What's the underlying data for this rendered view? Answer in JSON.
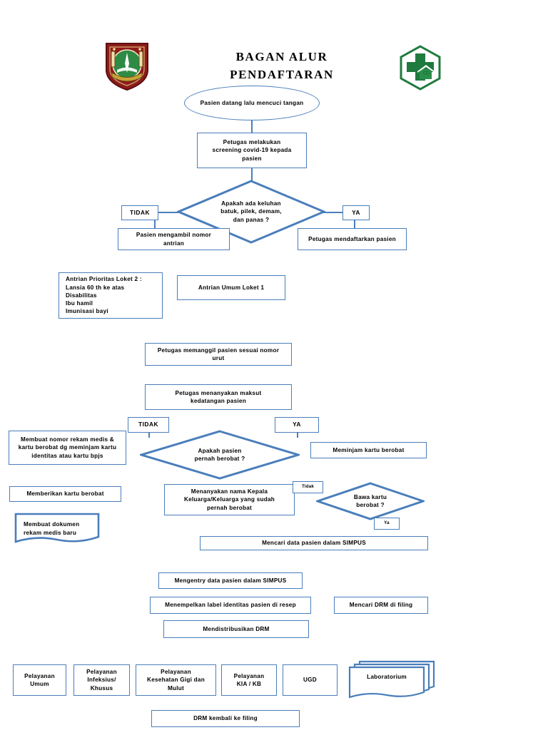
{
  "header": {
    "title": "BAGAN ALUR\nPENDAFTARAN",
    "left_logo_name": "shield-emblem-logo",
    "right_logo_name": "green-cross-hexagon-logo"
  },
  "colors": {
    "shape_border": "#4a7ebb",
    "shape_fill": "#ffffff",
    "text": "#000000",
    "page_background": "#ffffff",
    "logo_shield_red": "#8c1c1c",
    "logo_green": "#1f7a3d"
  },
  "flowchart": {
    "type": "flowchart",
    "nodes": [
      {
        "id": "start",
        "shape": "ellipse",
        "text": "Pasien datang lalu\nmencuci tangan"
      },
      {
        "id": "screening",
        "shape": "process",
        "text": "Petugas melakukan\nscreening covid-19 kepada\npasien"
      },
      {
        "id": "keluhan",
        "shape": "decision",
        "text": "Apakah ada keluhan\nbatuk, pilek, demam,\ndan panas ?"
      },
      {
        "id": "tidak1",
        "shape": "label",
        "text": "TIDAK"
      },
      {
        "id": "ya1",
        "shape": "label",
        "text": "YA"
      },
      {
        "id": "ambil_nomor",
        "shape": "process",
        "text": "Pasien mengambil nomor\nantrian"
      },
      {
        "id": "daftarkan",
        "shape": "process",
        "text": "Petugas mendaftarkan pasien"
      },
      {
        "id": "prioritas",
        "shape": "process",
        "text": "  Antrian Prioritas Loket 2 :\nLansia 60 th ke atas\nDisabilitas\nIbu hamil\nImunisasi bayi"
      },
      {
        "id": "umum_loket",
        "shape": "process",
        "text": "Antrian Umum Loket 1"
      },
      {
        "id": "memanggil",
        "shape": "process",
        "text": "Petugas memanggil pasien sesuai nomor\nurut"
      },
      {
        "id": "maksut",
        "shape": "process",
        "text": "Petugas menanyakan maksut\nkedatangan pasien"
      },
      {
        "id": "tidak2",
        "shape": "label",
        "text": "TIDAK"
      },
      {
        "id": "ya2",
        "shape": "label",
        "text": "YA"
      },
      {
        "id": "pernah",
        "shape": "decision",
        "text": "Apakah pasien\npernah berobat ?"
      },
      {
        "id": "membuat_nomor",
        "shape": "process",
        "text": "Membuat nomor rekam medis &\nkartu berobat dg meminjam kartu\nidentitas atau kartu bpjs"
      },
      {
        "id": "meminjam",
        "shape": "process",
        "text": "Meminjam kartu berobat"
      },
      {
        "id": "memberikan",
        "shape": "process",
        "text": "Memberikan kartu berobat"
      },
      {
        "id": "membuat_drm",
        "shape": "document",
        "text": "Membuat dokumen\nrekam medis baru"
      },
      {
        "id": "menanyakan_kk",
        "shape": "process",
        "text": "Menanyakan nama Kepala\nKeluarga/Keluarga yang sudah\npernah berobat"
      },
      {
        "id": "tidak3",
        "shape": "label-small",
        "text": "Tidak"
      },
      {
        "id": "bawa_kartu",
        "shape": "decision",
        "text": "Bawa kartu\nberobat ?"
      },
      {
        "id": "ya3",
        "shape": "label-small",
        "text": "Ya"
      },
      {
        "id": "mencari_simpus",
        "shape": "process",
        "text": "Mencari data pasien dalam SIMPUS"
      },
      {
        "id": "mengentry",
        "shape": "process",
        "text": "Mengentry data pasien dalam SIMPUS"
      },
      {
        "id": "menempelkan",
        "shape": "process",
        "text": "Menempelkan label identitas pasien di resep"
      },
      {
        "id": "mencari_drm",
        "shape": "process",
        "text": "Mencari DRM di filing"
      },
      {
        "id": "mendistribusikan",
        "shape": "process",
        "text": "Mendistribusikan DRM"
      },
      {
        "id": "pel_umum",
        "shape": "process",
        "text": "Pelayanan\nUmum"
      },
      {
        "id": "pel_infeksius",
        "shape": "process",
        "text": "Pelayanan\nInfeksius/\nKhusus"
      },
      {
        "id": "pel_gigi",
        "shape": "process",
        "text": "Pelayanan\nKesehatan Gigi dan\nMulut"
      },
      {
        "id": "pel_kia",
        "shape": "process",
        "text": "Pelayanan\nKIA / KB"
      },
      {
        "id": "ugd",
        "shape": "process",
        "text": "UGD"
      },
      {
        "id": "lab",
        "shape": "multidocument",
        "text": "Laboratorium"
      },
      {
        "id": "drm_kembali",
        "shape": "process",
        "text": "DRM kembali ke filing"
      }
    ]
  }
}
